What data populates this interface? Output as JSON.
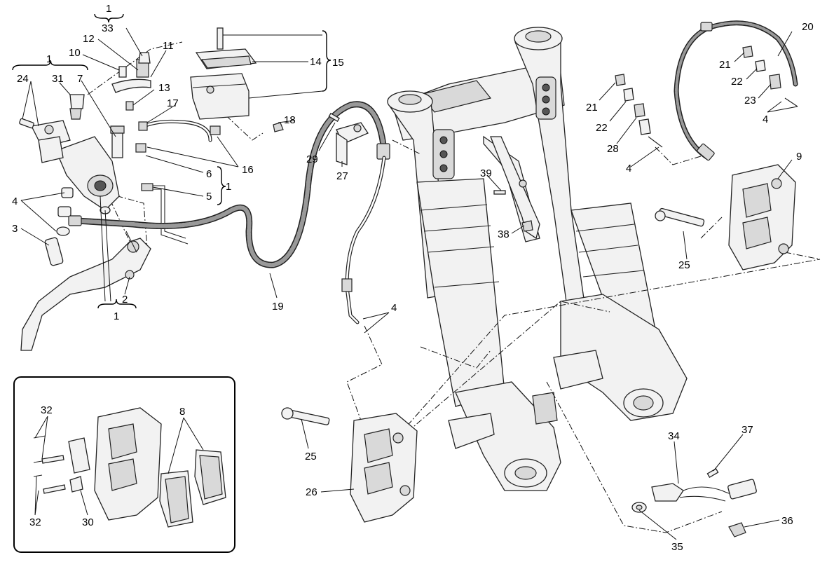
{
  "labels": {
    "l1_top": "1",
    "l33": "33",
    "l12": "12",
    "l11": "11",
    "l10": "10",
    "l13": "13",
    "l1_left": "1",
    "l24": "24",
    "l31": "31",
    "l7": "7",
    "l17": "17",
    "l14": "14",
    "l15": "15",
    "l18": "18",
    "l16": "16",
    "l6": "6",
    "l5": "5",
    "l1_mid": "1",
    "l4_left": "4",
    "l3": "3",
    "l2": "2",
    "l1_bottom": "1",
    "l19": "19",
    "l29": "29",
    "l27": "27",
    "l4_mid": "4",
    "l39": "39",
    "l38": "38",
    "l21_a": "21",
    "l22_a": "22",
    "l28": "28",
    "l4_r": "4",
    "l20": "20",
    "l21_b": "21",
    "l22_b": "22",
    "l23": "23",
    "l4_r2": "4",
    "l9": "9",
    "l25_r": "25",
    "l25_c": "25",
    "l26": "26",
    "l34": "34",
    "l37": "37",
    "l35": "35",
    "l36": "36",
    "l32_a": "32",
    "l8": "8",
    "l32_b": "32",
    "l30": "30"
  }
}
